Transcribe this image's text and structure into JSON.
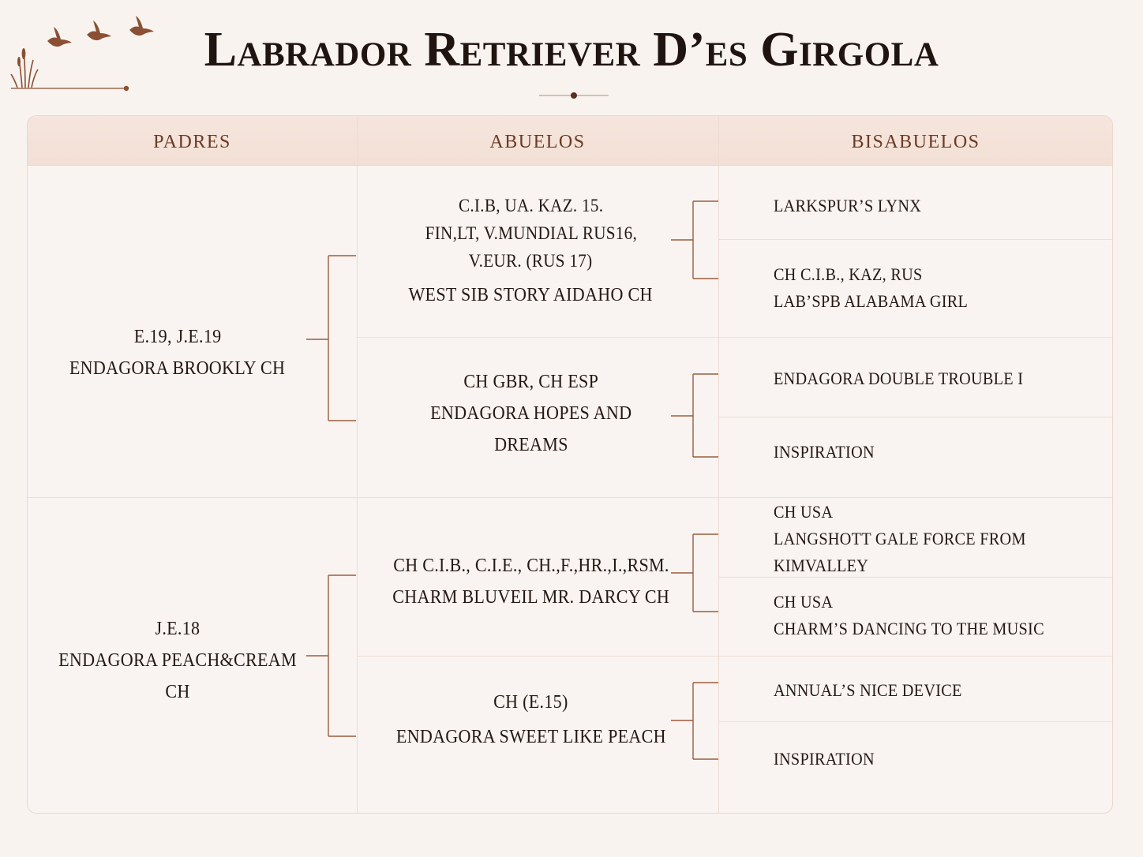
{
  "title": "Labrador Retriever D’es Girgola",
  "headers": {
    "padres": "PADRES",
    "abuelos": "ABUELOS",
    "bisabuelos": "BISABUELOS"
  },
  "padres": [
    {
      "titles": "E.19, J.E.19",
      "name": "ENDAGORA BROOKLY CH"
    },
    {
      "titles": "J.E.18",
      "name": "ENDAGORA PEACH&CREAM CH"
    }
  ],
  "abuelos": [
    {
      "line1": "C.I.B, UA. KAZ. 15.",
      "line2": "FIN,LT, V.MUNDIAL RUS16,",
      "line3": "V.EUR. (RUS 17)",
      "name": "WEST SIB STORY AIDAHO CH"
    },
    {
      "line1": "CH GBR, CH ESP",
      "line2": "ENDAGORA HOPES AND",
      "line3": "DREAMS"
    },
    {
      "line1": "CH C.I.B., C.I.E., CH.,F.,HR.,I.,RSM.",
      "line2": "CHARM BLUVEIL MR. DARCY CH"
    },
    {
      "line1": "CH (E.15)",
      "line2": "ENDAGORA SWEET LIKE PEACH"
    }
  ],
  "bisabuelos": [
    {
      "line1": "LARKSPUR’S LYNX"
    },
    {
      "line1": "CH C.I.B., KAZ, RUS",
      "line2": "LAB’SPB ALABAMA GIRL"
    },
    {
      "line1": "ENDAGORA DOUBLE TROUBLE I"
    },
    {
      "line1": "INSPIRATION"
    },
    {
      "line1": "CH USA",
      "line2": "LANGSHOTT GALE FORCE FROM KIMVALLEY"
    },
    {
      "line1": "CH USA",
      "line2": "CHARM’S DANCING TO THE MUSIC"
    },
    {
      "line1": "ANNUAL’S NICE DEVICE"
    },
    {
      "line1": "INSPIRATION"
    }
  ],
  "colors": {
    "accent": "#8a4a2c",
    "background": "#f8f3ef",
    "header_bg": "#f4e2d8"
  }
}
